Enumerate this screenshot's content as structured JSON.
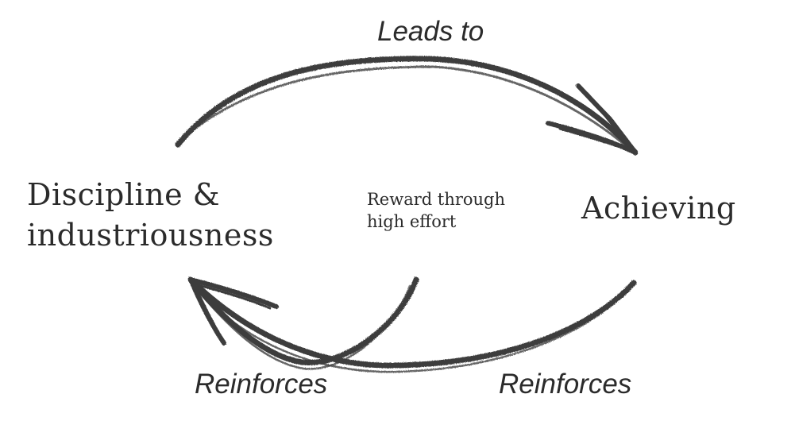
{
  "diagram": {
    "nodes": {
      "left": {
        "line1": "Discipline &",
        "line2": "industriousness"
      },
      "right": {
        "label": "Achieving"
      }
    },
    "center_note": {
      "line1": "Reward through",
      "line2": "high effort"
    },
    "edge_labels": {
      "top": "Leads to",
      "bottom_left": "Reinforces",
      "bottom_right": "Reinforces"
    },
    "colors": {
      "text": "#2b2b2b",
      "stroke": "#3d3d3d",
      "background": "#ffffff"
    },
    "arrows": [
      {
        "from": "Discipline & industriousness",
        "to": "Achieving",
        "label": "Leads to"
      },
      {
        "from": "Reward through high effort",
        "to": "Discipline & industriousness",
        "label": "Reinforces"
      },
      {
        "from": "Achieving",
        "to": "Discipline & industriousness",
        "label": "Reinforces"
      }
    ]
  }
}
